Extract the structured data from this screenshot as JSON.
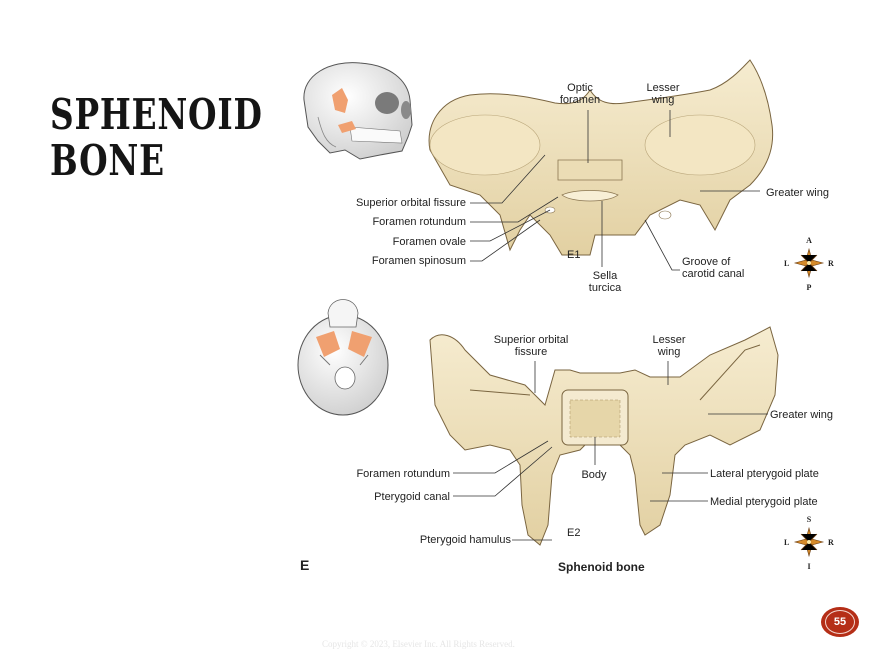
{
  "slide": {
    "title_lines": [
      "Sphenoid",
      "Bone"
    ],
    "page_number": "55",
    "copyright": "Copyright © 2023, Elsevier Inc. All Rights Reserved.",
    "accent_color": "#b52e17"
  },
  "figure": {
    "letter": "E",
    "caption": "Sphenoid bone",
    "highlight_color": "#f0a070",
    "bone_color": "#efe2bf",
    "top_view": {
      "id": "E1",
      "labels": {
        "optic_foramen": "Optic\nforamen",
        "lesser_wing": "Lesser\nwing",
        "greater_wing": "Greater wing",
        "superior_orbital_fissure": "Superior orbital fissure",
        "foramen_rotundum": "Foramen rotundum",
        "foramen_ovale": "Foramen ovale",
        "foramen_spinosum": "Foramen spinosum",
        "sella_turcica": "Sella\nturcica",
        "groove_carotid_canal": "Groove of\ncarotid canal"
      },
      "compass": {
        "top": "A",
        "bottom": "P",
        "left": "L",
        "right": "R"
      }
    },
    "front_view": {
      "id": "E2",
      "labels": {
        "superior_orbital_fissure": "Superior orbital\nfissure",
        "lesser_wing": "Lesser\nwing",
        "greater_wing": "Greater wing",
        "foramen_rotundum": "Foramen rotundum",
        "pterygoid_canal": "Pterygoid canal",
        "pterygoid_hamulus": "Pterygoid hamulus",
        "body": "Body",
        "lateral_pterygoid_plate": "Lateral pterygoid plate",
        "medial_pterygoid_plate": "Medial pterygoid plate"
      },
      "compass": {
        "top": "S",
        "bottom": "I",
        "left": "L",
        "right": "R"
      }
    }
  }
}
